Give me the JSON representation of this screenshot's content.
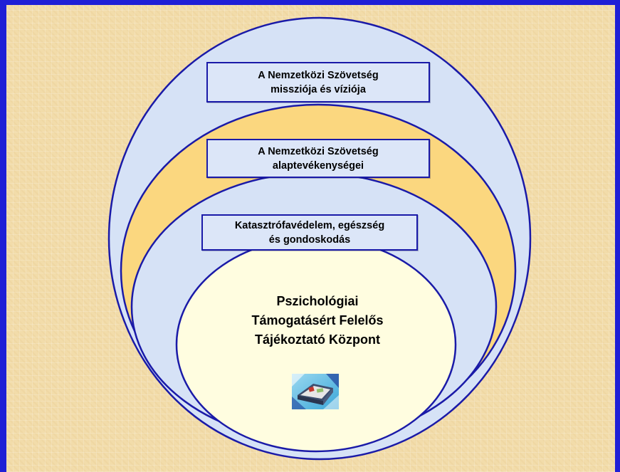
{
  "diagram": {
    "layers": [
      {
        "name": "mission",
        "fill": "#d6e2f6",
        "lines": [
          "A Nemzetközi Szövetség",
          "missziója és víziója"
        ]
      },
      {
        "name": "core",
        "fill": "#fbd77f",
        "lines": [
          "A Nemzetközi Szövetség",
          "alaptevékenységei"
        ]
      },
      {
        "name": "disaster",
        "fill": "#d6e2f6",
        "lines": [
          "Katasztrófavédelem, egészség",
          "és gondoskodás"
        ]
      },
      {
        "name": "center",
        "fill": "#fffde0",
        "lines": [
          "Pszichológiai",
          "Támogatásért Felelős",
          "Tájékoztató Központ"
        ]
      }
    ],
    "outline_color": "#1a1aa8",
    "background_color": "#f2dcaa",
    "frame_color": "#1f1fd6",
    "clipart_icon": "building-clipart-icon"
  }
}
